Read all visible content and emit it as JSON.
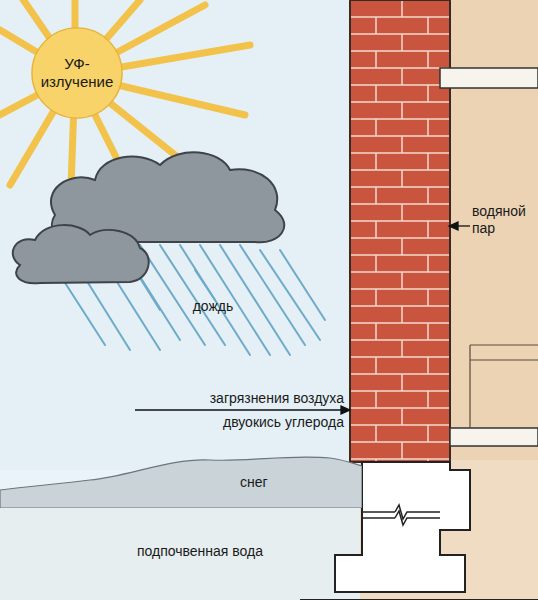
{
  "diagram": {
    "nodes": [
      {
        "text": [
          "УФ- излучение"
        ]
      },
      {
        "text": [
          "снег"
        ]
      }
    ],
    "labels": [
      "дождь",
      "водяной пар",
      "загрязнения воздуха",
      "двуокись углерода",
      "подпочвенная вода"
    ]
  }
}
